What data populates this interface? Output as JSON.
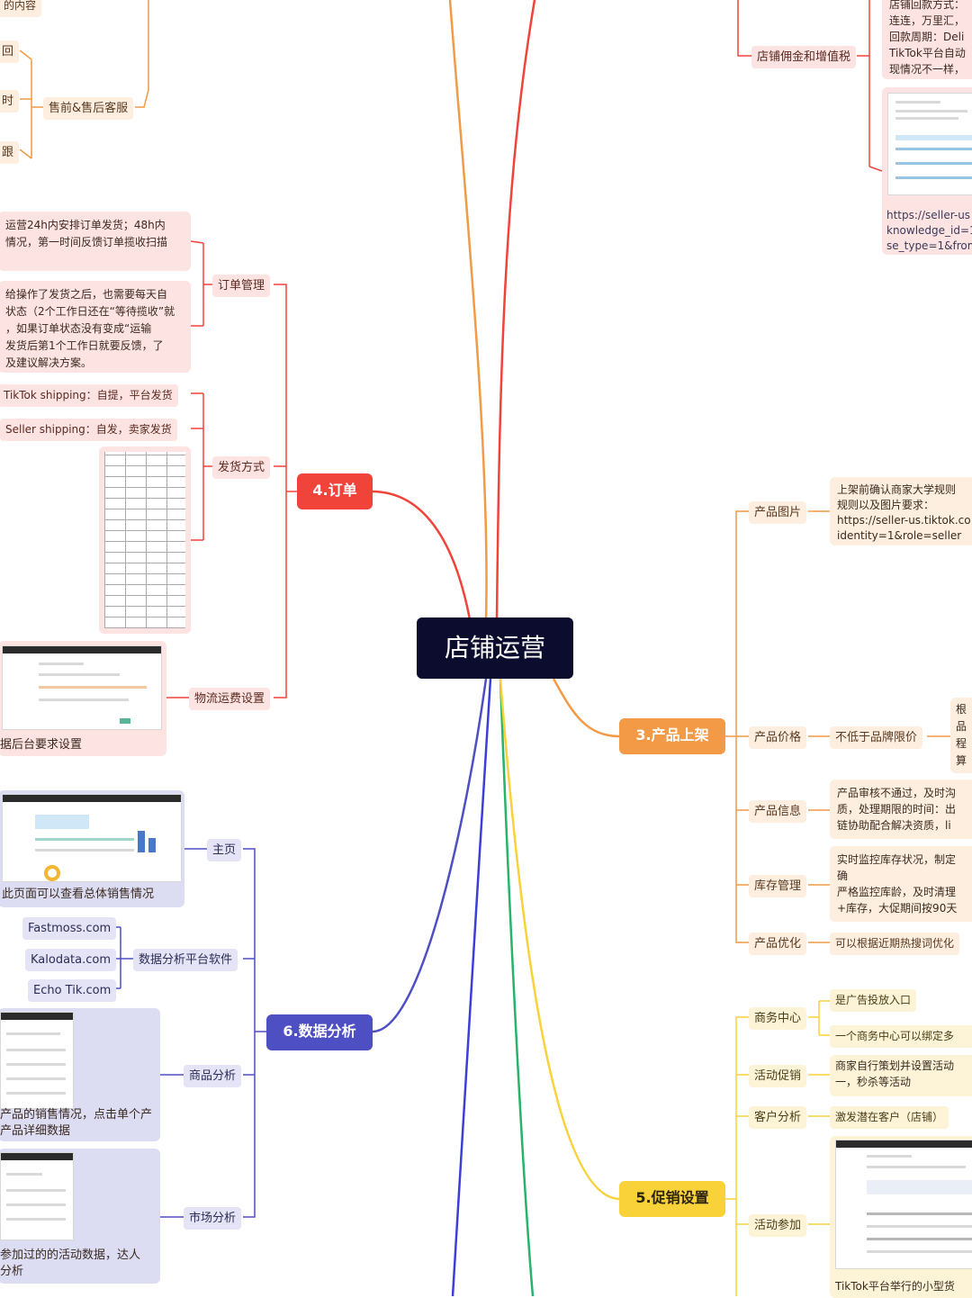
{
  "root": {
    "label": "店铺运营"
  },
  "branch_order": {
    "label": "4.订单",
    "order_mgmt": {
      "label": "订单管理",
      "notes": [
        "运营24h内安排订单发货；48h内\n情况，第一时间反馈订单揽收扫描",
        "给操作了发货之后，也需要每天自\n状态（2个工作日还在“等待揽收”就\n，如果订单状态没有变成“运输\n发货后第1个工作日就要反馈，了\n及建议解决方案。"
      ]
    },
    "shipping": {
      "label": "发货方式",
      "items": [
        "TikTok shipping：自提，平台发货",
        "Seller shipping：自发，卖家发货"
      ]
    },
    "logistics": {
      "label": "物流运费设置",
      "note": "据后台要求设置"
    }
  },
  "branch_presale": {
    "label": "售前&售后客服",
    "items": [
      "回",
      "时",
      "跟"
    ],
    "top_fragment": "的内容"
  },
  "branch_settle": {
    "label": "店铺佣金和增值税",
    "note": "店铺回款方式：\n连连，万里汇，\n回款周期：Deli\nTikTok平台自动\n现情况不一样，",
    "link": "https://seller-us\nknowledge_id=1\nse_type=1&from"
  },
  "branch_data": {
    "label": "6.数据分析",
    "home": {
      "label": "主页",
      "note": "此页面可以查看总体销售情况"
    },
    "tools": {
      "label": "数据分析平台软件",
      "items": [
        "Fastmoss.com",
        "Kalodata.com",
        "Echo Tik.com"
      ]
    },
    "product": {
      "label": "商品分析",
      "note": "产品的销售情况，点击单个产\n产品详细数据"
    },
    "market": {
      "label": "市场分析",
      "note": "参加过的的活动数据，达人\n分析"
    }
  },
  "branch_product": {
    "label": "3.产品上架",
    "image": {
      "label": "产品图片",
      "note": "上架前确认商家大学规则\n规则以及图片要求：\nhttps://seller-us.tiktok.co\nidentity=1&role=seller"
    },
    "price": {
      "label": "产品价格",
      "value": "不低于品牌限价",
      "note": "根\n品\n程\n算"
    },
    "info": {
      "label": "产品信息",
      "note": "产品审核不通过，及时沟\n质，处理期限的时间：出\n链协助配合解决资质，li"
    },
    "stock": {
      "label": "库存管理",
      "note": "实时监控库存状况，制定\n确\n严格监控库龄，及时清理\n+库存，大促期间按90天"
    },
    "optimize": {
      "label": "产品优化",
      "value": "可以根据近期热搜词优化"
    }
  },
  "branch_promo": {
    "label": "5.促销设置",
    "biz": {
      "label": "商务中心",
      "items": [
        "是广告投放入口",
        "一个商务中心可以绑定多"
      ]
    },
    "activity": {
      "label": "活动促销",
      "note": "商家自行策划并设置活动\n一，秒杀等活动"
    },
    "customer": {
      "label": "客户分析",
      "value": "激发潜在客户（店铺）"
    },
    "join": {
      "label": "活动参加",
      "note": "TikTok平台举行的小型货"
    }
  },
  "colors": {
    "red": "#f0443a",
    "orange": "#f29a45",
    "purple": "#4f4fc4",
    "yellow": "#f8d238",
    "green": "#27b36a",
    "blue": "#3b3fd8",
    "root": "#0c0d2e"
  }
}
